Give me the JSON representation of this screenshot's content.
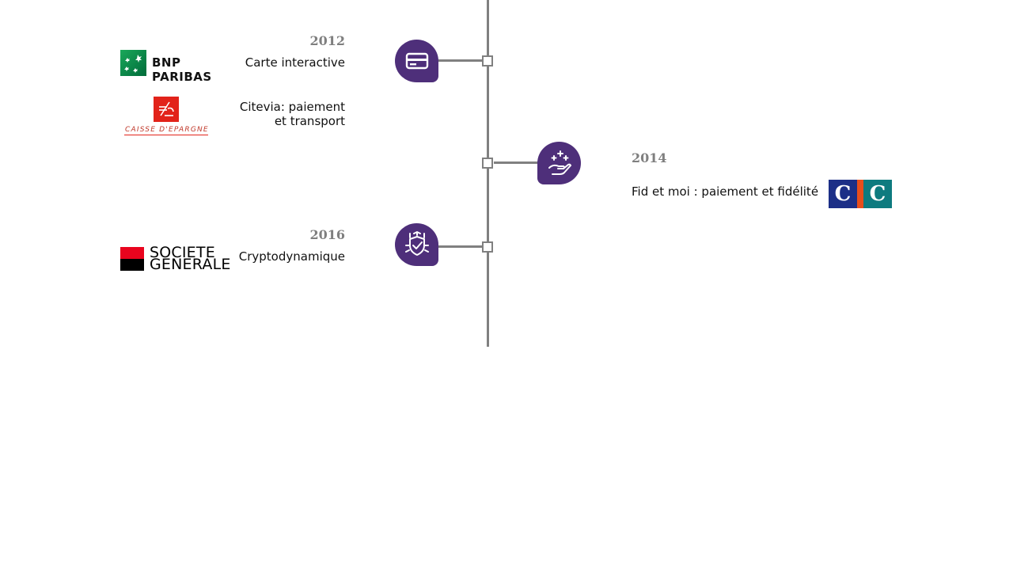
{
  "events": [
    {
      "year": "2012",
      "entries": [
        {
          "bank": "BNP PARIBAS",
          "line1": "Carte interactive",
          "line2": ""
        },
        {
          "bank": "CAISSE D'EPARGNE",
          "line1": "Citevia: paiement",
          "line2": "et transport"
        }
      ],
      "icon": "credit-card-icon"
    },
    {
      "year": "2014",
      "entries": [
        {
          "bank": "CIC",
          "line1": "Fid et moi : paiement et fidélité",
          "line2": ""
        }
      ],
      "icon": "hand-sparkle-icon"
    },
    {
      "year": "2016",
      "entries": [
        {
          "bank": "SOCIETE GENERALE",
          "line1": "Cryptodynamique",
          "line2": ""
        }
      ],
      "icon": "shield-check-icon"
    }
  ],
  "logos": {
    "bnp_text": "BNP PARIBAS",
    "ce_text": "CAISSE D'EPARGNE",
    "sg_line1": "SOCIETE",
    "sg_line2": "GENERALE",
    "cic_left": "C",
    "cic_right": "C"
  },
  "colors": {
    "badge": "#4e2f7a",
    "timeline": "#808080",
    "year": "#7f7f7f"
  }
}
